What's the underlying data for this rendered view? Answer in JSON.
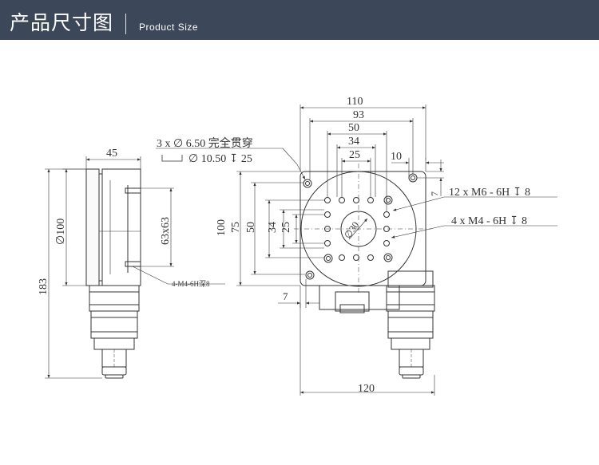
{
  "header": {
    "title": "产品尺寸图",
    "subtitle": "Product Size"
  },
  "colors": {
    "header_bg": "#3c4759",
    "line": "#333333",
    "light_fill": "#f2f2f2"
  },
  "dimensions": {
    "width_110": "110",
    "width_93": "93",
    "width_50": "50",
    "width_34": "34",
    "width_25": "25",
    "offset_10": "10",
    "offset_7_right": "7",
    "offset_7_bottom": "7",
    "height_100": "100",
    "height_75": "75",
    "height_50": "50",
    "height_34": "34",
    "height_25": "25",
    "base_120": "120",
    "side_45": "45",
    "side_dia100": "∅100",
    "side_63x63": "63x63",
    "side_183": "183",
    "center_dia30": "∅30"
  },
  "callouts": {
    "thru_holes": "3 x ∅ 6.50 完全贯穿",
    "counterbore": "∅ 10.50 ↧ 25",
    "m6_holes": "12 x  M6 - 6H ↧ 8",
    "m4_holes": "4 x  M4 - 6H ↧ 8",
    "side_m4": "4-M4-6H深8"
  }
}
